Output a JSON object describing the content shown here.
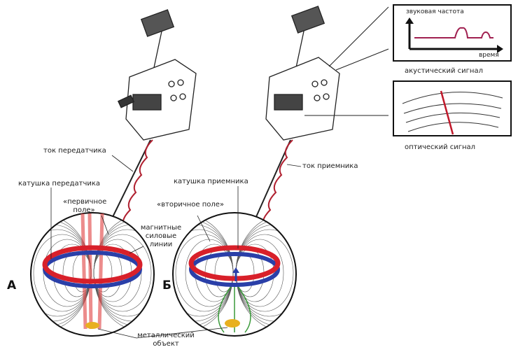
{
  "labels": {
    "transmitter_current": "ток передатчика",
    "transmitter_coil": "катушка передатчика",
    "primary_field_1": "«первичное",
    "primary_field_2": "поле»",
    "field_lines_1": "магнитные",
    "field_lines_2": "силовые",
    "field_lines_3": "линии",
    "panel_a": "А",
    "panel_b": "Б",
    "metal_object_1": "металлический",
    "metal_object_2": "объект",
    "receiver_coil": "катушка приемника",
    "secondary_field": "«вторичное поле»",
    "receiver_current": "ток приемника",
    "sound_frequency": "звуковая частота",
    "time": "время",
    "acoustic_signal": "акустический сигнал",
    "optical_signal": "оптический сигнал"
  },
  "colors": {
    "coil_red": "#d8202a",
    "coil_blue": "#2a3fa8",
    "object": "#e8b020",
    "secondary": "#3a9a3a"
  }
}
